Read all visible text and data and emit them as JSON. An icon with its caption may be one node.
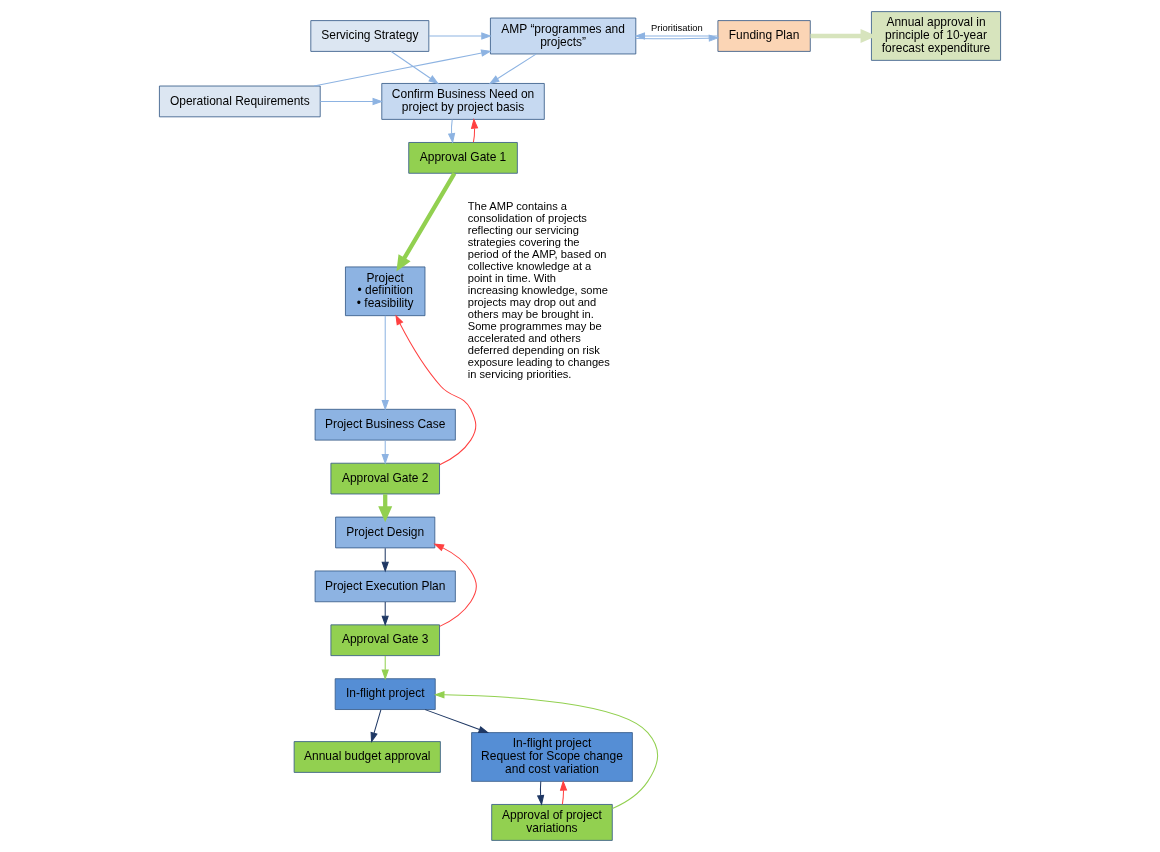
{
  "diagram": {
    "nodes": [
      {
        "text": [
          "Servicing Strategy"
        ]
      },
      {
        "text": [
          "AMP “programmes and projects”"
        ]
      },
      {
        "text": [
          "Funding Plan"
        ]
      },
      {
        "text": [
          "Annual approval in principle of 10-year forecast expenditure"
        ]
      },
      {
        "text": [
          "Operational Requirements"
        ]
      },
      {
        "text": [
          "Confirm Business Need on project by project basis"
        ]
      },
      {
        "text": [
          "Approval Gate 1"
        ]
      },
      {
        "text": [
          "Project",
          "• definition",
          "• feasibility"
        ]
      },
      {
        "text": [
          "Project Business Case"
        ]
      },
      {
        "text": [
          "Approval Gate 2"
        ]
      },
      {
        "text": [
          "Project Design"
        ]
      },
      {
        "text": [
          "Project Execution Plan"
        ]
      },
      {
        "text": [
          "Approval Gate 3"
        ]
      },
      {
        "text": [
          "In-flight project"
        ]
      },
      {
        "text": [
          "Annual budget approval"
        ]
      },
      {
        "text": [
          "In-flight project Request for Scope change and cost variation"
        ]
      },
      {
        "text": [
          "Approval of project variations"
        ]
      }
    ],
    "edges": [
      {
        "from": 0,
        "to": 1,
        "arrow": "to"
      },
      {
        "from": 0,
        "to": 5,
        "arrow": "to"
      },
      {
        "from": 4,
        "to": 1,
        "arrow": "to"
      },
      {
        "from": 4,
        "to": 5,
        "arrow": "to"
      },
      {
        "from": 1,
        "to": 2,
        "arrow": "to"
      },
      {
        "from": 2,
        "to": 1,
        "arrow": "to",
        "label": "Prioritisation"
      },
      {
        "from": 2,
        "to": 3,
        "arrow": "to",
        "style": "thick",
        "color": "#d7e4bd"
      },
      {
        "from": 1,
        "to": 5,
        "arrow": "to"
      },
      {
        "from": 5,
        "to": 6,
        "arrow": "to"
      },
      {
        "from": 6,
        "to": 5,
        "arrow": "to",
        "color": "#ff4040"
      },
      {
        "from": 6,
        "to": 7,
        "arrow": "to",
        "style": "thick",
        "color": "#92d050"
      },
      {
        "from": 7,
        "to": 8,
        "arrow": "to"
      },
      {
        "from": 8,
        "to": 9,
        "arrow": "to"
      },
      {
        "from": 9,
        "to": 7,
        "arrow": "to",
        "color": "#ff4040"
      },
      {
        "from": 9,
        "to": 10,
        "arrow": "to",
        "style": "thick",
        "color": "#92d050"
      },
      {
        "from": 10,
        "to": 11,
        "arrow": "to",
        "color": "#1f3864"
      },
      {
        "from": 11,
        "to": 12,
        "arrow": "to",
        "color": "#1f3864"
      },
      {
        "from": 12,
        "to": 10,
        "arrow": "to",
        "color": "#ff4040"
      },
      {
        "from": 12,
        "to": 13,
        "arrow": "to",
        "color": "#92d050"
      },
      {
        "from": 13,
        "to": 14,
        "arrow": "to",
        "color": "#1f3864"
      },
      {
        "from": 13,
        "to": 15,
        "arrow": "to",
        "color": "#1f3864"
      },
      {
        "from": 15,
        "to": 16,
        "arrow": "to",
        "color": "#1f3864"
      },
      {
        "from": 16,
        "to": 15,
        "arrow": "to",
        "color": "#ff4040"
      },
      {
        "from": 16,
        "to": 13,
        "arrow": "to",
        "color": "#92d050"
      }
    ],
    "labels": [
      "The AMP contains a consolidation of projects reflecting our servicing strategies covering the period of the AMP, based on collective knowledge at a point in time. With increasing knowledge, some projects may drop out and others may be brought in. Some programmes may be accelerated and others deferred depending on risk exposure leading to changes in servicing priorities."
    ]
  }
}
